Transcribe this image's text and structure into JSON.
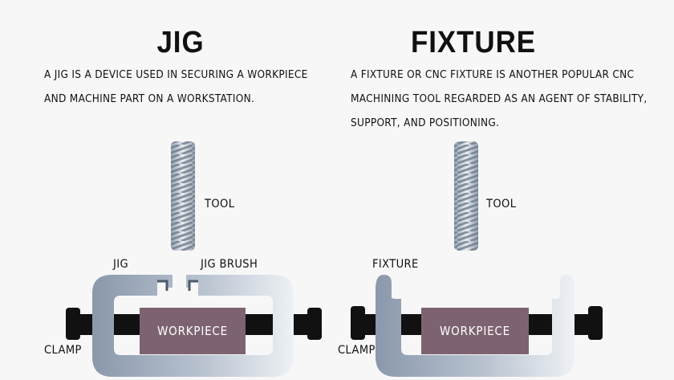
{
  "jig": {
    "title": "JIG",
    "description_lines": [
      "A JIG IS A DEVICE USED IN SECURING A WORKPIECE",
      "AND MACHINE PART ON A WORKSTATION."
    ],
    "labels": {
      "tool": "TOOL",
      "jig": "JIG",
      "jig_brush": "JIG BRUSH",
      "clamp": "CLAMP",
      "workpiece": "WORKPIECE"
    }
  },
  "fixture": {
    "title": "FIXTURE",
    "description_lines": [
      "A FIXTURE OR CNC FIXTURE IS ANOTHER POPULAR CNC",
      "MACHINING TOOL REGARDED AS AN AGENT OF STABILITY,",
      "SUPPORT, AND POSITIONING."
    ],
    "labels": {
      "tool": "TOOL",
      "fixture": "FIXTURE",
      "clamp": "CLAMP",
      "workpiece": "WORKPIECE"
    }
  },
  "colors": {
    "background": "#f7f7f7",
    "metal_dark": "#8a98ab",
    "metal_light": "#eef1f5",
    "screw": "#111111",
    "workpiece": "#7d6371",
    "workpiece_text": "#ffffff",
    "text": "#111111"
  }
}
